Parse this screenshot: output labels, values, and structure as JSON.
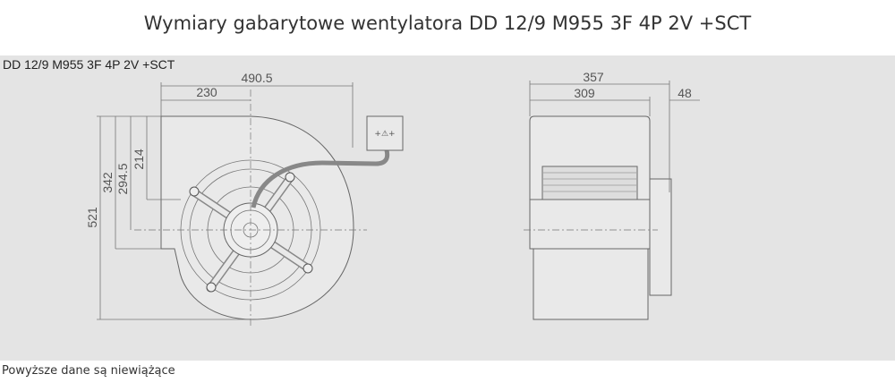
{
  "page": {
    "title": "Wymiary gabarytowe wentylatora DD 12/9 M955 3F 4P 2V +SCT",
    "footer": "Powyższe dane są niewiążące"
  },
  "drawing": {
    "model_label": "DD 12/9 M955 3F 4P 2V +SCT",
    "front_view": {
      "dim_total_width": "490.5",
      "dim_half_width": "230",
      "dim_total_height": "521",
      "dim_height_342": "342",
      "dim_height_2945": "294.5",
      "dim_height_214": "214"
    },
    "side_view": {
      "dim_total_depth": "357",
      "dim_body_depth": "309",
      "dim_motor_depth": "48"
    },
    "junction_box_symbol": "+⚠+"
  }
}
